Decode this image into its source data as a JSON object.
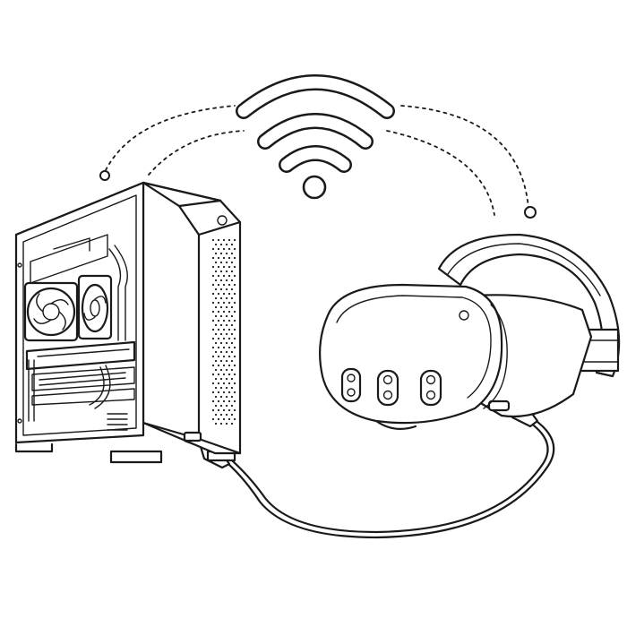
{
  "diagram": {
    "colors": {
      "line": "#1a1a1a",
      "background": "#ffffff"
    },
    "nodes": [
      {
        "id": "pc",
        "icon": "desktop-pc-icon"
      },
      {
        "id": "headset",
        "icon": "vr-headset-icon"
      },
      {
        "id": "wireless",
        "icon": "wifi-icon"
      }
    ],
    "connections": [
      {
        "from": "pc",
        "to": "headset",
        "kind": "usb-cable",
        "style": "solid"
      },
      {
        "from": "pc",
        "to": "wireless",
        "kind": "wireless-link",
        "style": "dotted"
      },
      {
        "from": "wireless",
        "to": "headset",
        "kind": "wireless-link",
        "style": "dotted"
      }
    ]
  }
}
